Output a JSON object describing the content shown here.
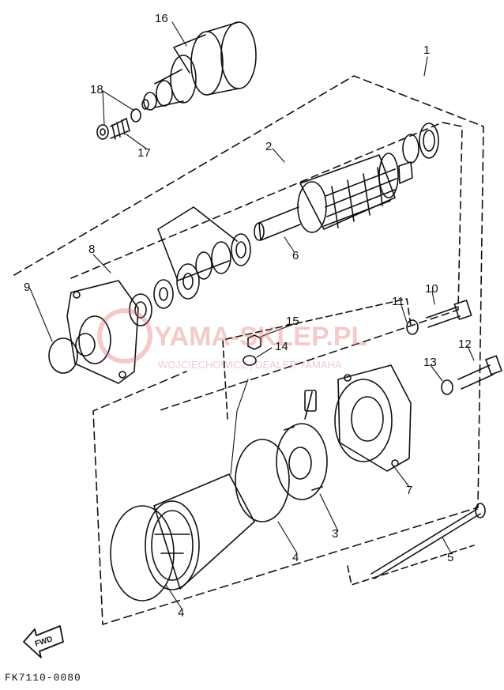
{
  "callouts": {
    "c1": "1",
    "c2": "2",
    "c3": "3",
    "c4a": "4",
    "c4b": "4",
    "c5": "5",
    "c6": "6",
    "c7": "7",
    "c8": "8",
    "c9": "9",
    "c10": "10",
    "c11": "11",
    "c12": "12",
    "c13": "13",
    "c14": "14",
    "c15": "15",
    "c16": "16",
    "c17": "17",
    "c18": "18"
  },
  "fwd_label": "FWD",
  "footer_code": "FK7110-0080",
  "watermark": {
    "brand": "YAMA-SKLEP.PL",
    "tagline": "WOJCIECHOWICZ | DEALER YAMAHA",
    "color": "#e06a6a"
  }
}
